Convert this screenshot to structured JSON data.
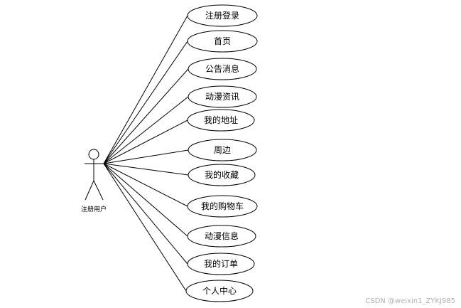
{
  "actor": {
    "label": "注册用户"
  },
  "use_cases": [
    {
      "label": "注册登录"
    },
    {
      "label": "首页"
    },
    {
      "label": "公告消息"
    },
    {
      "label": "动漫资讯"
    },
    {
      "label": "我的地址"
    },
    {
      "label": "周边"
    },
    {
      "label": "我的收藏"
    },
    {
      "label": "我的购物车"
    },
    {
      "label": "动漫信息"
    },
    {
      "label": "我的订单"
    },
    {
      "label": "个人中心"
    }
  ],
  "watermark": "CSDN @weixin1_ZYKJ985"
}
